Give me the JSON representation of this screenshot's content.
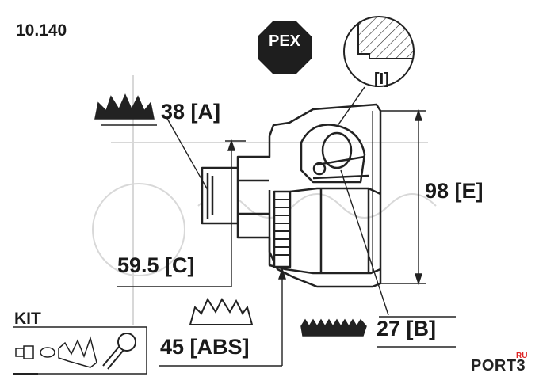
{
  "part_number": "10.140",
  "brand": "PEX",
  "detail_label": "[I]",
  "dimensions": {
    "a": "38 [A]",
    "c": "59.5 [C]",
    "abs": "45 [ABS]",
    "b": "27 [B]",
    "e": "98 [E]"
  },
  "kit": {
    "label": "KIT",
    "items": [
      "cv-joint-icon",
      "clamp-icon",
      "boot-icon",
      "cable-tie-icon"
    ]
  },
  "watermark": {
    "logo": "PORT3",
    "sub": "RU"
  },
  "colors": {
    "ink": "#1a1a1a",
    "background": "#ffffff",
    "watermark_accent": "#dd2222"
  }
}
